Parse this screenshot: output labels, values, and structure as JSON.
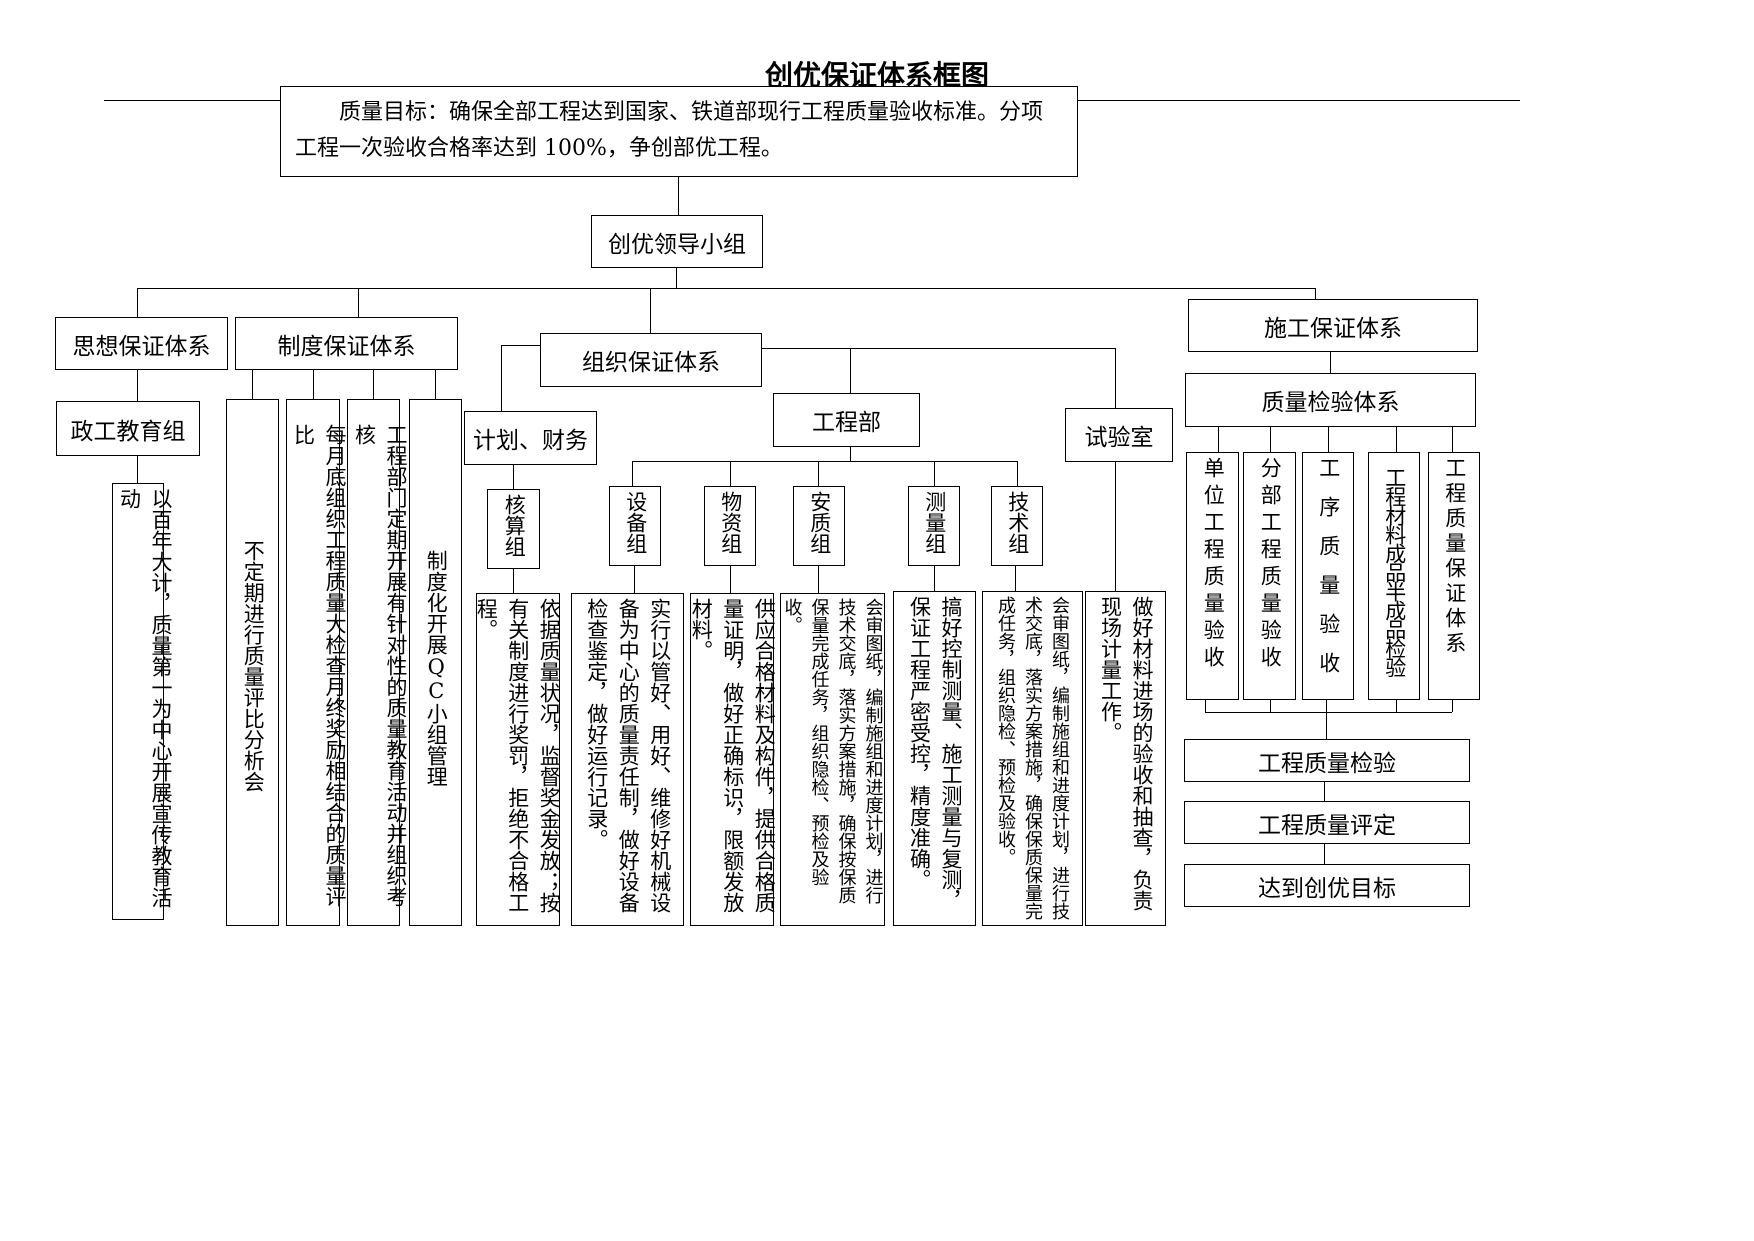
{
  "title": "创优保证体系框图",
  "goal": "质量目标：确保全部工程达到国家、铁道部现行工程质量验收标准。分项工程一次验收合格率达到 100%，争创部优工程。",
  "leader": "创优领导小组",
  "branches": {
    "thought": {
      "name": "思想保证体系",
      "group": "政工教育组",
      "detail": "以百年大计，质量第一为中心开展宣传教育活动"
    },
    "system": {
      "name": "制度保证体系",
      "items": [
        "不定期进行质量评比分析会",
        "每月底组织工程质量大检查月终奖励相结合的质量评比",
        "工程部门定期开展有针对性的质量教育活动并组织考核",
        "制度化开展QC小组管理"
      ]
    },
    "org": {
      "name": "组织保证体系",
      "plan": {
        "name": "计划、财务",
        "group": "核算组",
        "detail": "依据质量状况，监督奖金发放；按有关制度进行奖罚，拒绝不合格工程。"
      },
      "eng": {
        "name": "工程部",
        "groups": [
          {
            "name": "设备组",
            "detail": "实行以管好、用好、维修好机械设备为中心的质量责任制，做好设备检查鉴定，做好运行记录。"
          },
          {
            "name": "物资组",
            "detail": "供应合格材料及构件，提供合格质量证明，做好正确标识，限额发放材料。"
          },
          {
            "name": "安质组",
            "detail": "会审图纸，编制施组和进度计划，进行技术交底，落实方案措施，确保按保质保量完成任务，组织隐检、预检及验收。"
          },
          {
            "name": "测量组",
            "detail": "搞好控制测量、施工测量与复测，保证工程严密受控，精度准确。"
          },
          {
            "name": "技术组",
            "detail": "会审图纸，编制施组和进度计划，进行技术交底，落实方案措施，确保保质保量完成任务，组织隐检、预检及验收。"
          }
        ]
      },
      "lab": {
        "name": "试验室",
        "detail": "做好材料进场的验收和抽查，负责现场计量工作。"
      }
    },
    "construction": {
      "name": "施工保证体系",
      "sub": "质量检验体系",
      "items": [
        "单位工程质量验收",
        "分部工程质量验收",
        "工序质量验收",
        "工程材料成品半成品检验",
        "工程质量保证体系"
      ],
      "chain": [
        "工程质量检验",
        "工程质量评定",
        "达到创优目标"
      ]
    }
  }
}
